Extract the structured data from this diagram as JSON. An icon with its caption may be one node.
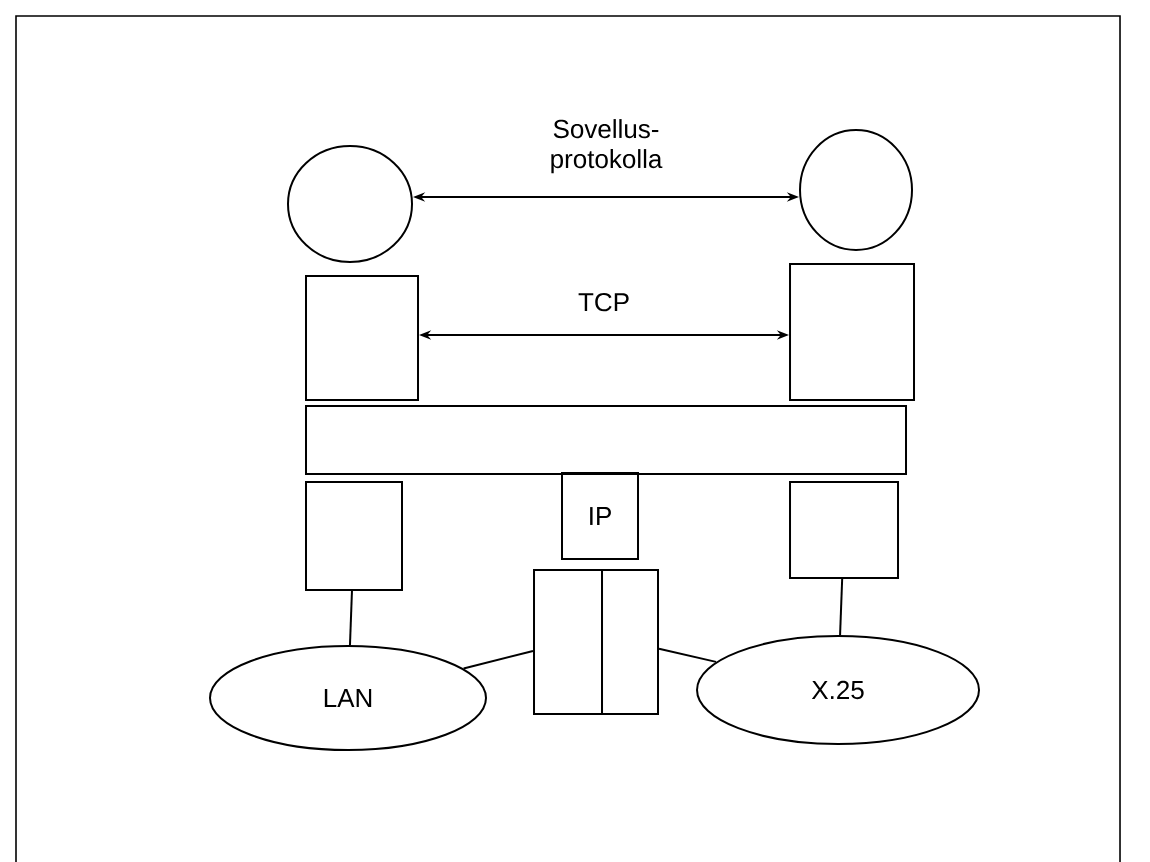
{
  "diagram": {
    "nodes": [
      {
        "text": [],
        "shape": "circle"
      },
      {
        "text": [],
        "shape": "circle"
      },
      {
        "text": [],
        "shape": "box"
      },
      {
        "text": [],
        "shape": "box"
      },
      {
        "text": [],
        "shape": "bar"
      },
      {
        "text": [
          "IP"
        ]
      },
      {
        "text": [],
        "shape": "box"
      },
      {
        "text": [],
        "shape": "box"
      },
      {
        "text": [],
        "shape": "box"
      },
      {
        "text": [],
        "shape": "box"
      },
      {
        "text": [
          "LAN"
        ]
      },
      {
        "text": [
          "X.25"
        ]
      }
    ],
    "edges": [
      {
        "from": 0,
        "to": 1,
        "arrow": "both",
        "label": "Sovellus- protokolla"
      },
      {
        "from": 2,
        "to": 3,
        "arrow": "both",
        "label": "TCP"
      },
      {
        "from": 6,
        "to": 10,
        "arrow": "none"
      },
      {
        "from": 7,
        "to": 11,
        "arrow": "none"
      },
      {
        "from": 10,
        "to": 8,
        "arrow": "none"
      },
      {
        "from": 9,
        "to": 11,
        "arrow": "none"
      }
    ]
  }
}
